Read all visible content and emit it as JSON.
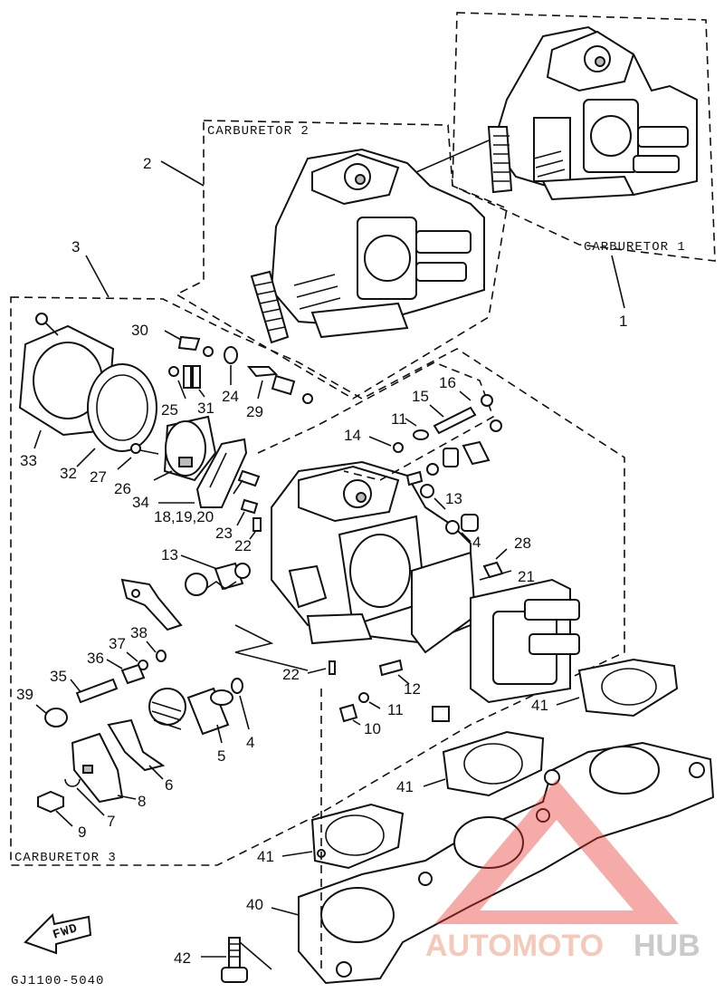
{
  "frames": {
    "carb1": "CARBURETOR 1",
    "carb2": "CARBURETOR 2",
    "carb3": "CARBURETOR 3"
  },
  "callouts": {
    "c1": "1",
    "c2": "2",
    "c3": "3",
    "c4a": "4",
    "c4b": "4",
    "c5": "5",
    "c6": "6",
    "c7": "7",
    "c8": "8",
    "c9": "9",
    "c10": "10",
    "c11a": "11",
    "c11b": "11",
    "c12": "12",
    "c13a": "13",
    "c13b": "13",
    "c14": "14",
    "c15": "15",
    "c16": "16",
    "c181920": "18,19,20",
    "c21": "21",
    "c22a": "22",
    "c22b": "22",
    "c23": "23",
    "c24": "24",
    "c25": "25",
    "c26": "26",
    "c27": "27",
    "c28": "28",
    "c29": "29",
    "c30": "30",
    "c31": "31",
    "c32": "32",
    "c33": "33",
    "c34": "34",
    "c35": "35",
    "c36": "36",
    "c37": "37",
    "c38": "38",
    "c39": "39",
    "c40": "40",
    "c41a": "41",
    "c41b": "41",
    "c41c": "41",
    "c42": "42"
  },
  "fwd": "FWD",
  "drawing_code": "GJ1100-5040",
  "watermark": {
    "part1": "AUTOMOTO",
    "part2": "HUB",
    "color1": "#f2b7a3",
    "color2": "#b9b9b9",
    "logo_color": "#e8352c"
  }
}
